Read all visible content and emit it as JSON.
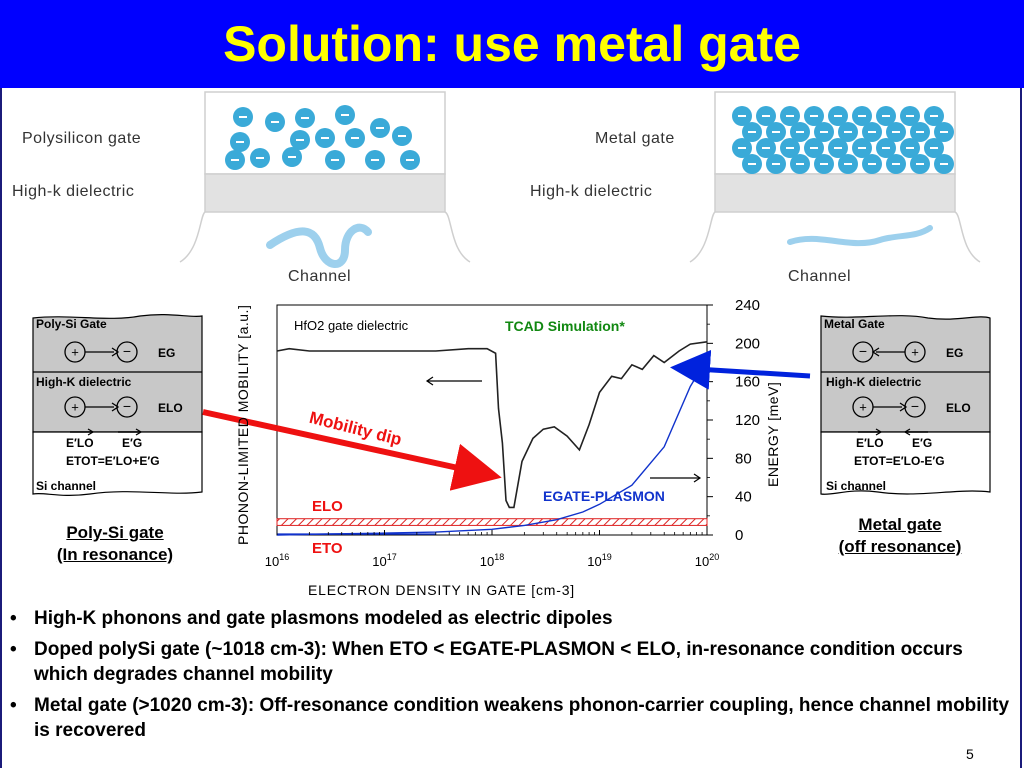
{
  "slide": {
    "title": "Solution: use metal gate",
    "page_number": "5"
  },
  "colors": {
    "title_bar": "#0000ff",
    "title_text": "#ffff00",
    "electron": "#3aaad8",
    "red_arrow": "#ee1111",
    "blue_arrow": "#0022dd",
    "curve": "#222222",
    "plasmon_curve": "#1133cc",
    "tcad": "#118811",
    "hatch": "#dd2222"
  },
  "top_diagram": {
    "left": {
      "gate_label": "Polysilicon gate",
      "dielectric_label": "High-k dielectric",
      "channel_label": "Channel"
    },
    "right": {
      "gate_label": "Metal gate",
      "dielectric_label": "High-k dielectric",
      "channel_label": "Channel"
    }
  },
  "left_box": {
    "gate": "Poly-Si Gate",
    "dielectric": "High-K dielectric",
    "e_g": "EG",
    "e_lo": "ELO",
    "e_lo_prime": "E′LO",
    "e_g_prime": "E′G",
    "e_tot": "ETOT=E′LO+E′G",
    "channel": "Si channel",
    "caption_line1": "Poly-Si gate",
    "caption_line2": "(In resonance)"
  },
  "right_box": {
    "gate": "Metal Gate",
    "dielectric": "High-K dielectric",
    "e_g": "EG",
    "e_lo": "ELO",
    "e_lo_prime": "E′LO",
    "e_g_prime": "E′G",
    "e_tot": "ETOT=E′LO-E′G",
    "channel": "Si channel",
    "caption_line1": "Metal gate",
    "caption_line2": "(off resonance)"
  },
  "annotations": {
    "mobility_dip": "Mobility dip"
  },
  "chart_data": {
    "type": "line",
    "xlabel": "ELECTRON DENSITY IN GATE [cm-3]",
    "ylabel_left": "PHONON-LIMITED MOBILITY [a.u.]",
    "ylabel_right": "ENERGY [meV]",
    "x_scale": "log",
    "xlim": [
      1e+16,
      1e+20
    ],
    "x_ticks": [
      "10^16",
      "10^17",
      "10^18",
      "10^19",
      "10^20"
    ],
    "y_right_lim": [
      0,
      240
    ],
    "y_right_ticks": [
      0,
      40,
      80,
      120,
      160,
      200,
      240
    ],
    "annotations": {
      "dielectric": "HfO2 gate dielectric",
      "simulation": "TCAD Simulation*",
      "e_lo": "ELO",
      "e_to": "ETO",
      "e_plasmon": "EGATE-PLASMON"
    },
    "series": [
      {
        "name": "Mobility",
        "axis": "left",
        "x": [
          1e+16,
          1.3e+16,
          2e+16,
          5e+16,
          1e+17,
          3e+17,
          6e+17,
          9e+17,
          1.08e+18,
          1.15e+18,
          1.25e+18,
          1.35e+18,
          1.45e+18,
          1.6e+18,
          1.9e+18,
          2.4e+18,
          3e+18,
          3.8e+18,
          5e+18,
          6.5e+18,
          8e+18,
          1e+19,
          1.3e+19,
          1.6e+19,
          2e+19,
          2.5e+19,
          3.2e+19,
          4e+19,
          5.5e+19,
          7e+19,
          1e+20
        ],
        "y": [
          0.8,
          0.81,
          0.8,
          0.8,
          0.8,
          0.8,
          0.81,
          0.81,
          0.79,
          0.55,
          0.4,
          0.15,
          0.12,
          0.12,
          0.32,
          0.42,
          0.46,
          0.47,
          0.43,
          0.37,
          0.48,
          0.62,
          0.69,
          0.68,
          0.74,
          0.72,
          0.78,
          0.75,
          0.8,
          0.83,
          0.84
        ]
      },
      {
        "name": "EGATE-PLASMON",
        "axis": "right",
        "x": [
          1e+16,
          3e+16,
          1e+17,
          3e+17,
          1e+18,
          2e+18,
          4e+18,
          7e+18,
          1e+19,
          2e+19,
          4e+19,
          7e+19,
          1e+20
        ],
        "y": [
          0,
          1,
          2,
          3,
          6,
          10,
          16,
          24,
          32,
          52,
          92,
          155,
          184
        ]
      }
    ],
    "bands": [
      {
        "name": "ELO",
        "axis": "right",
        "y": [
          10,
          17
        ]
      }
    ]
  },
  "bullets": [
    {
      "text": "High-K phonons and gate plasmons modeled as electric dipoles"
    },
    {
      "text": "Doped polySi gate (~1018 cm-3): When ETO < EGATE-PLASMON < ELO, in-resonance condition occurs which degrades channel mobility"
    },
    {
      "text": "Metal gate (>1020 cm-3): Off-resonance condition weakens phonon-carrier coupling, hence channel mobility is recovered"
    }
  ]
}
